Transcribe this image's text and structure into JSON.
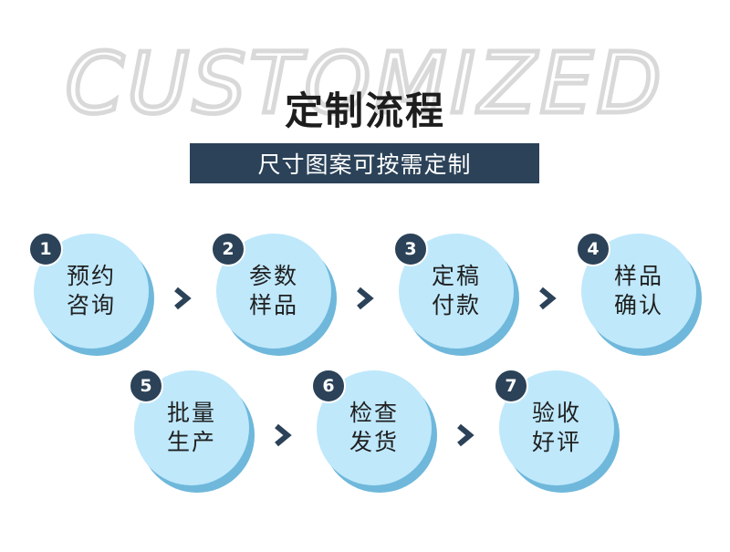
{
  "header": {
    "watermark": "CUSTOMIZED",
    "title": "定制流程",
    "subtitle": "尺寸图案可按需定制"
  },
  "steps": [
    {
      "number": "1",
      "line1": "预约",
      "line2": "咨询"
    },
    {
      "number": "2",
      "line1": "参数",
      "line2": "样品"
    },
    {
      "number": "3",
      "line1": "定稿",
      "line2": "付款"
    },
    {
      "number": "4",
      "line1": "样品",
      "line2": "确认"
    },
    {
      "number": "5",
      "line1": "批量",
      "line2": "生产"
    },
    {
      "number": "6",
      "line1": "检查",
      "line2": "发货"
    },
    {
      "number": "7",
      "line1": "验收",
      "line2": "好评"
    }
  ],
  "colors": {
    "circle": "#bfe8fb",
    "circle_shadow": "#6fb8db",
    "badge": "#2b4258",
    "arrow": "#2b4258"
  }
}
